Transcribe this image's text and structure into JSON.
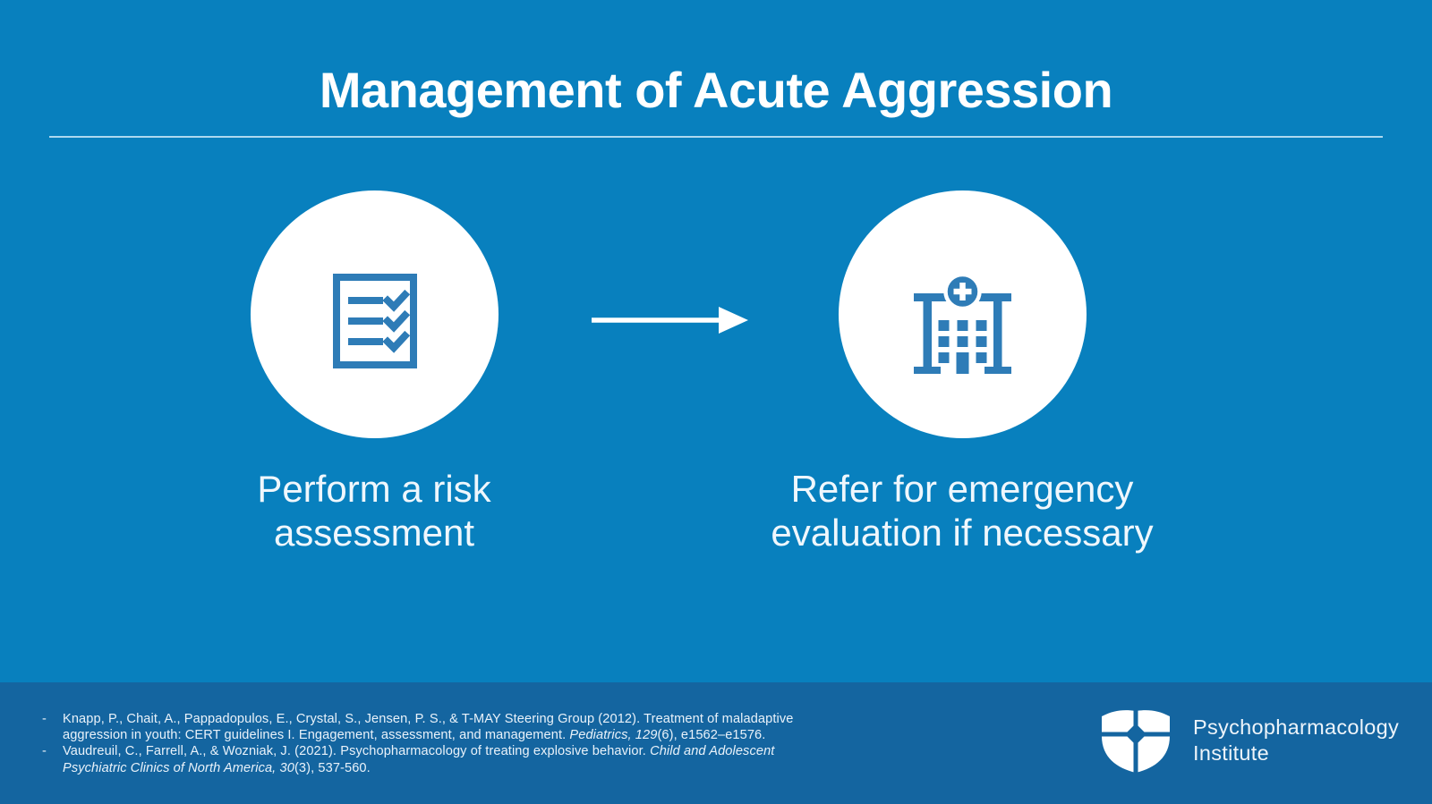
{
  "colors": {
    "background": "#0880BE",
    "footer_background": "#1465A0",
    "icon_blue": "#2E7CB7",
    "circle_fill": "#FFFFFF",
    "text_white": "#EFF7FD"
  },
  "title": "Management of Acute Aggression",
  "steps": [
    {
      "icon": "checklist-icon",
      "label": "Perform a risk\nassessment"
    },
    {
      "icon": "hospital-icon",
      "label": "Refer for emergency\nevaluation if necessary"
    }
  ],
  "footer": {
    "bullet": "-",
    "references": [
      {
        "segments": [
          {
            "text": "Knapp, P., Chait, A., Pappadopulos, E., Crystal, S., Jensen, P. S., & T-MAY Steering Group (2012). Treatment of maladaptive aggression in youth: CERT guidelines I. Engagement, assessment, and management. "
          },
          {
            "text": "Pediatrics, 129",
            "italic": true
          },
          {
            "text": "(6), e1562–e1576."
          }
        ]
      },
      {
        "segments": [
          {
            "text": "Vaudreuil, C., Farrell, A., & Wozniak, J. (2021). Psychopharmacology of treating explosive behavior. "
          },
          {
            "text": "Child and Adolescent Psychiatric Clinics of North America, 30",
            "italic": true
          },
          {
            "text": "(3), 537-560."
          }
        ]
      }
    ],
    "logo": {
      "line1": "Psychopharmacology",
      "line2": "Institute"
    }
  }
}
